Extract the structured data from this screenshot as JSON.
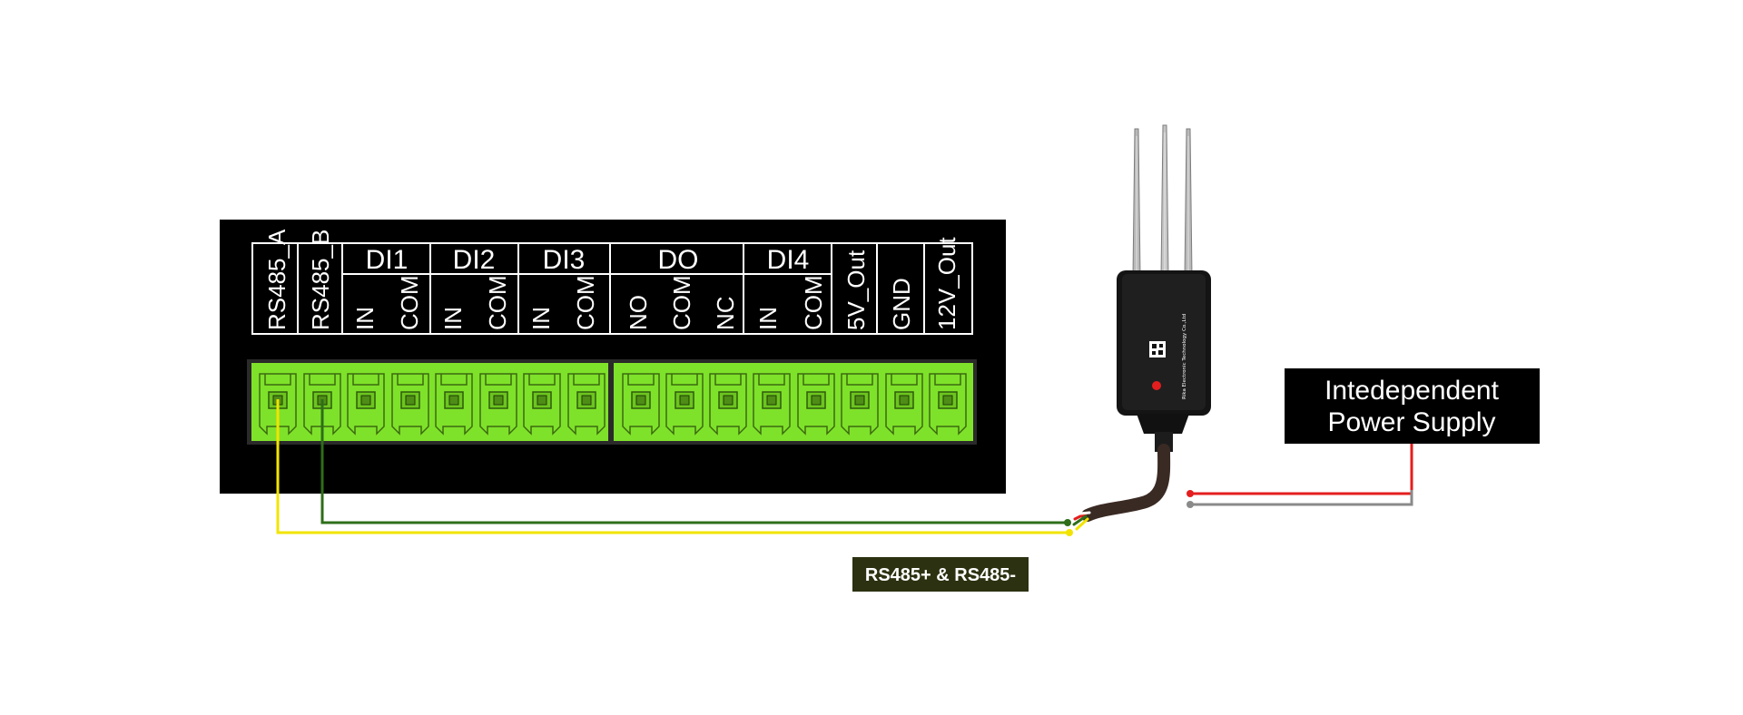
{
  "terminal_block": {
    "groups": [
      {
        "label": "",
        "terminals": [
          "RS485_A"
        ]
      },
      {
        "label": "",
        "terminals": [
          "RS485_B"
        ]
      },
      {
        "label": "DI1",
        "terminals": [
          "IN",
          "COM"
        ]
      },
      {
        "label": "DI2",
        "terminals": [
          "IN",
          "COM"
        ]
      },
      {
        "label": "DI3",
        "terminals": [
          "IN",
          "COM"
        ]
      },
      {
        "label": "DO",
        "terminals": [
          "NO",
          "COM",
          "NC"
        ]
      },
      {
        "label": "DI4",
        "terminals": [
          "IN",
          "COM"
        ]
      },
      {
        "label": "",
        "terminals": [
          "5V_Out"
        ]
      },
      {
        "label": "",
        "terminals": [
          "GND"
        ]
      },
      {
        "label": "",
        "terminals": [
          "12V_Out"
        ]
      }
    ]
  },
  "power_supply": {
    "line1": "Intedependent",
    "line2": "Power Supply"
  },
  "rs485_label": "RS485+ & RS485-",
  "sensor": {
    "brand": "Rika Electronic Technology Co.,Ltd"
  },
  "colors": {
    "terminal_green": "#7fe22a",
    "panel_black": "#000000",
    "wire_yellow": "#f2e400",
    "wire_green": "#2e6e1a",
    "wire_red": "#e41e1e",
    "wire_gray": "#8a8a8a",
    "rs485_badge": "#2c3111"
  }
}
